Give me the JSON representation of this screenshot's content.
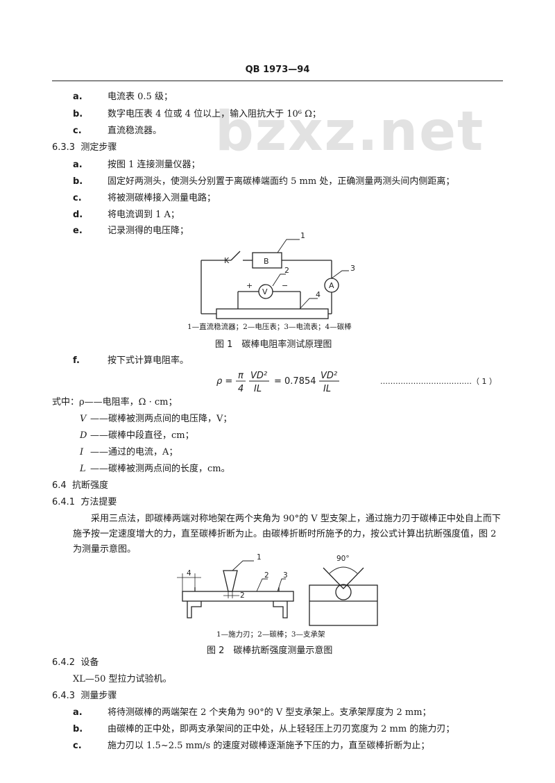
{
  "header": {
    "title": "QB 1973—94"
  },
  "watermark": "bzxz.net",
  "instruments": [
    {
      "mark": "a.",
      "text": "电流表 0.5 级；"
    },
    {
      "mark": "b.",
      "text": "数字电压表 4 位或 4 位以上，输入阻抗大于 10⁶ Ω；"
    },
    {
      "mark": "c.",
      "text": "直流稳流器。"
    }
  ],
  "s633": {
    "num": "6.3.3",
    "title": "测定步骤"
  },
  "s633_steps": [
    {
      "mark": "a.",
      "text": "按图 1 连接测量仪器；"
    },
    {
      "mark": "b.",
      "text": "固定好两测头，使测头分别置于离碳棒端面约 5 mm 处，正确测量两测头间内侧距离；"
    },
    {
      "mark": "c.",
      "text": "将被测碳棒接入测量电路；"
    },
    {
      "mark": "d.",
      "text": "将电流调到 1 A；"
    },
    {
      "mark": "e.",
      "text": "记录测得的电压降；"
    }
  ],
  "fig1": {
    "labels": {
      "k": "K",
      "b": "B",
      "v": "V",
      "a": "A",
      "plus": "+",
      "minus": "−",
      "n1": "1",
      "n2": "2",
      "n3": "3",
      "n4": "4"
    },
    "legend": "1—直流稳流器；2—电压表；3—电流表；4—碳棒",
    "caption": "图 1　碳棒电阻率测试原理图"
  },
  "step_f": {
    "mark": "f.",
    "text": "按下式计算电阻率。"
  },
  "formula": {
    "lhs": "ρ =",
    "frac1_num": "π",
    "frac1_den": "4",
    "frac2_num": "VD²",
    "frac2_den": "IL",
    "mid": "= 0.7854",
    "frac3_num": "VD²",
    "frac3_den": "IL",
    "number": "………………………………（ 1 ）"
  },
  "where": [
    {
      "sym": "式中：ρ",
      "text": "——电阻率，Ω · cm；"
    },
    {
      "sym": "V",
      "text": "——碳棒被测两点间的电压降，V；"
    },
    {
      "sym": "D",
      "text": "——碳棒中段直径，cm；"
    },
    {
      "sym": "I",
      "text": "——通过的电流，A；"
    },
    {
      "sym": "L",
      "text": "——碳棒被测两点间的长度，cm。"
    }
  ],
  "s64": {
    "num": "6.4",
    "title": "抗断强度"
  },
  "s641": {
    "num": "6.4.1",
    "title": "方法提要"
  },
  "s641_para": "采用三点法，即碳棒两端对称地架在两个夹角为 90°的 V 型支架上，通过施力刃于碳棒正中处自上而下施予按一定速度增大的力，直至碳棒折断为止。由碳棒折断时所施予的力，按公式计算出抗断强度值，图 2 为测量示意图。",
  "fig2": {
    "labels": {
      "n1": "1",
      "n2": "2",
      "n3": "3",
      "d4": "4",
      "d2": "2",
      "angle": "90°"
    },
    "legend": "1—施力刃；2—碳棒；3—支承架",
    "caption": "图 2　碳棒抗断强度测量示意图"
  },
  "s642": {
    "num": "6.4.2",
    "title": "设备"
  },
  "s642_text": "XL—50 型拉力试验机。",
  "s643": {
    "num": "6.4.3",
    "title": "测量步骤"
  },
  "s643_steps": [
    {
      "mark": "a.",
      "text": "将待测碳棒的两端架在 2 个夹角为 90°的 V 型支承架上。支承架厚度为 2 mm；"
    },
    {
      "mark": "b.",
      "text": "由碳棒的正中处，即两支承架间的正中处，从上轻轻压上刃刃宽度为 2 mm 的施力刃；"
    },
    {
      "mark": "c.",
      "text": "施力刃以 1.5~2.5 mm/s 的速度对碳棒逐渐施予下压的力，直至碳棒折断为止；"
    }
  ]
}
